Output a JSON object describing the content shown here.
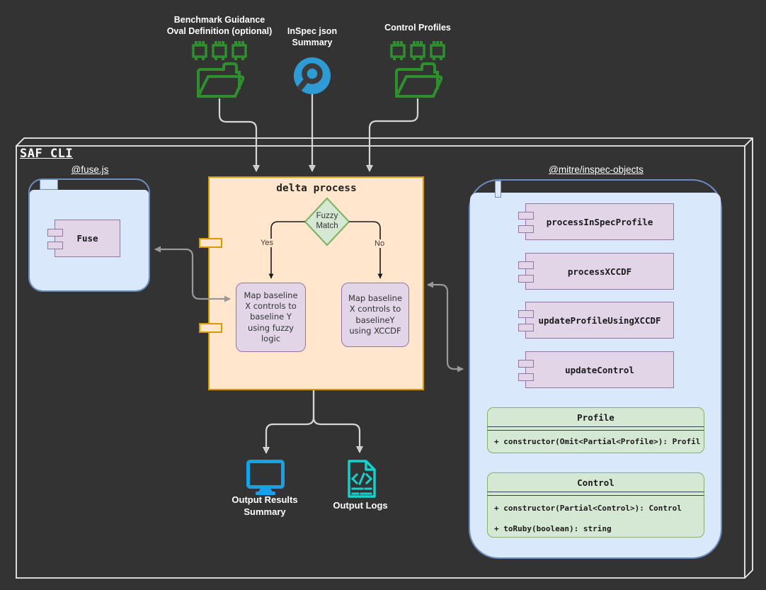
{
  "frame": {
    "title": "SAF CLI"
  },
  "inputs": [
    {
      "line1": "Benchmark Guidance",
      "line2": "Oval Definition (optional)",
      "icon": "folder-gears-icon"
    },
    {
      "line1": "InSpec json",
      "line2": "Summary",
      "icon": "inspec-icon"
    },
    {
      "line1": "Control Profiles",
      "line2": "",
      "icon": "folder-gears-icon"
    }
  ],
  "fuse": {
    "label": "@fuse.js",
    "component": "Fuse"
  },
  "delta": {
    "title": "delta process",
    "decision_line1": "Fuzzy",
    "decision_line2": "Match",
    "yes": "Yes",
    "no": "No",
    "yes_box": "Map baseline X controls to baseline Y using fuzzy logic",
    "no_box": "Map baseline X controls to baselineY using XCCDF"
  },
  "inspec_objects": {
    "label": "@mitre/inspec-objects",
    "components": [
      "processInSpecProfile",
      "processXCCDF",
      "updateProfileUsingXCCDF",
      "updateControl"
    ],
    "classes": [
      {
        "name": "Profile",
        "methods": [
          "+ constructor(Omit<Partial<Profile>): Profil"
        ]
      },
      {
        "name": "Control",
        "methods": [
          "+ constructor(Partial<Control>): Control",
          "+ toRuby(boolean): string"
        ]
      }
    ]
  },
  "outputs": [
    {
      "line1": "Output Results",
      "line2": "Summary",
      "icon": "monitor-icon"
    },
    {
      "line1": "Output Logs",
      "line2": "",
      "icon": "code-file-icon"
    }
  ],
  "colors": {
    "background": "#333333",
    "frame_line": "#ededed",
    "container_fill": "#dae8fc",
    "container_border": "#6c8ebf",
    "component_fill": "#e1d5e7",
    "component_border": "#9673a6",
    "process_fill": "#ffe6cc",
    "process_border": "#d79b00",
    "decision_fill": "#d5e8d4",
    "decision_border": "#82b366",
    "folder_icon_green": "#2e8f2e",
    "inspec_icon_blue": "#2e9bd5",
    "monitor_icon_blue": "#14a3e8",
    "logs_icon_cyan": "#12d4cf",
    "arrow_light": "#d6d6d6",
    "arrow_gray": "#999999",
    "arrow_black": "#1a1a1a"
  }
}
